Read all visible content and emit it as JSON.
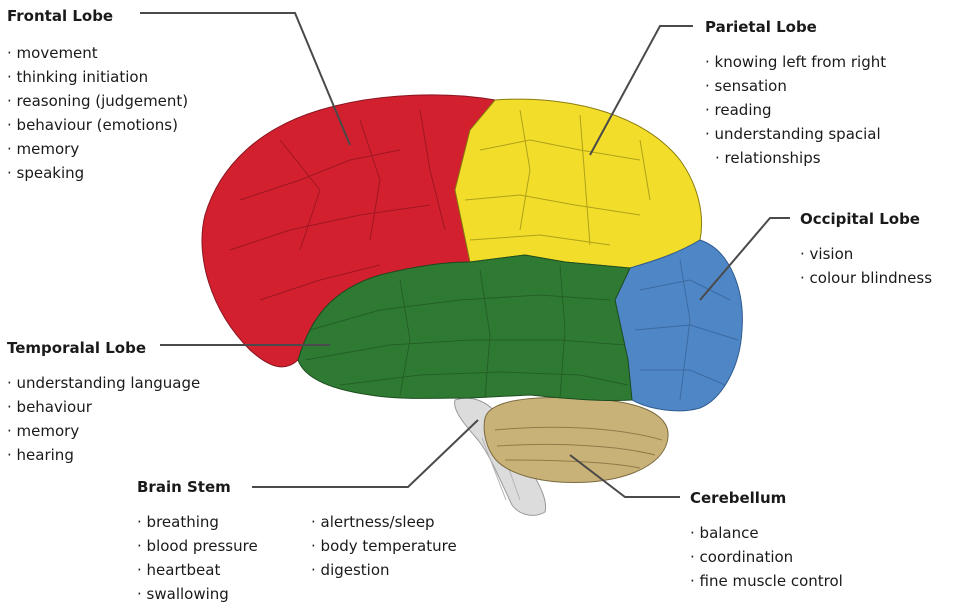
{
  "lobes": {
    "frontal": {
      "title": "Frontal Lobe",
      "color": "#d2202f",
      "functions": [
        "movement",
        "thinking initiation",
        "reasoning (judgement)",
        "behaviour (emotions)",
        "memory",
        "speaking"
      ]
    },
    "parietal": {
      "title": "Parietal Lobe",
      "color": "#f1dd2a",
      "functions": [
        "knowing left from right",
        "sensation",
        "reading",
        "understanding spacial",
        "relationships"
      ]
    },
    "occipital": {
      "title": "Occipital Lobe",
      "color": "#4f86c6",
      "functions": [
        "vision",
        "colour blindness"
      ]
    },
    "temporal": {
      "title": "Temporalal Lobe",
      "color": "#2f7a33",
      "functions": [
        "understanding language",
        "behaviour",
        "memory",
        "hearing"
      ]
    },
    "brainstem": {
      "title": "Brain Stem",
      "color": "#dcdcdc",
      "functions_col1": [
        "breathing",
        "blood pressure",
        "heartbeat",
        "swallowing"
      ],
      "functions_col2": [
        "alertness/sleep",
        "body temperature",
        "digestion"
      ]
    },
    "cerebellum": {
      "title": "Cerebellum",
      "color": "#c9b277",
      "functions": [
        "balance",
        "coordination",
        "fine muscle control"
      ]
    }
  }
}
